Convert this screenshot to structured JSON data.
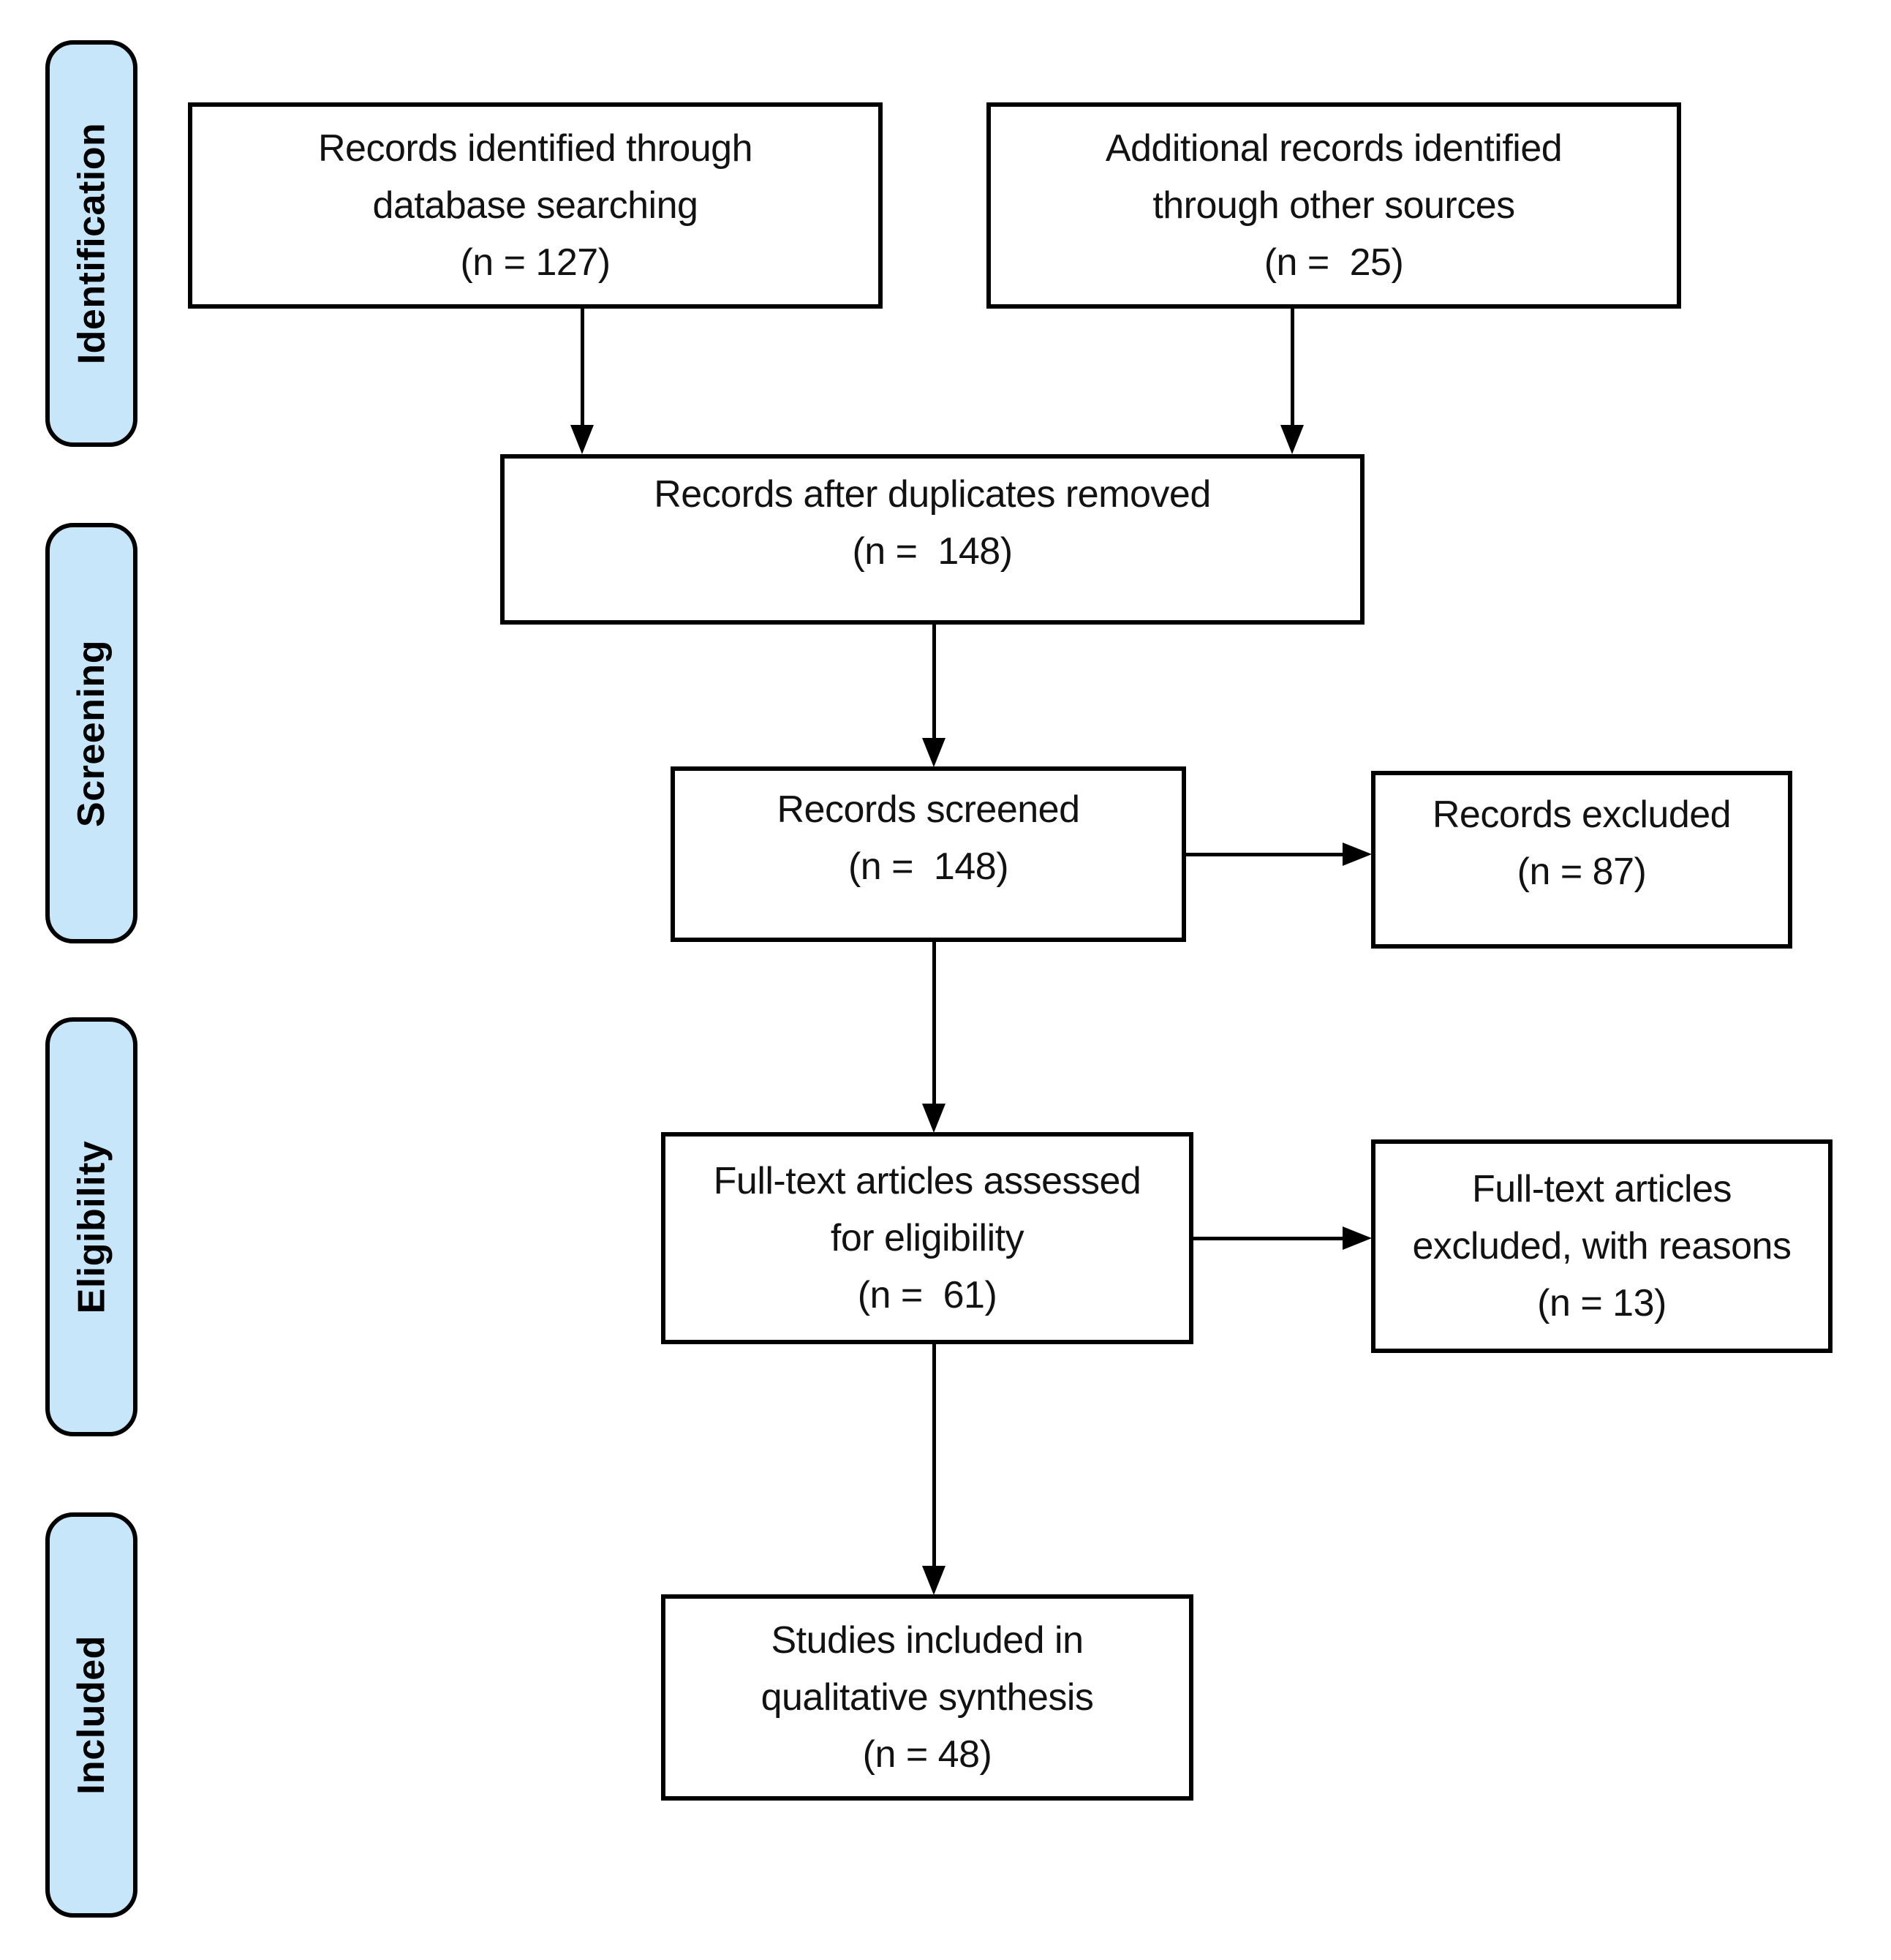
{
  "colors": {
    "stage_fill": "#C7E6FA",
    "border": "#000000",
    "box_fill": "#FFFFFF",
    "text": "#121212"
  },
  "sidebar": {
    "stages": [
      {
        "label": "Identification"
      },
      {
        "label": "Screening"
      },
      {
        "label": "Eligibility"
      },
      {
        "label": "Included"
      }
    ]
  },
  "flow": {
    "records_identified": {
      "n": 127,
      "lines": [
        "Records identified through",
        "database searching",
        "(n = 127)"
      ]
    },
    "additional_records": {
      "n": 25,
      "lines": [
        "Additional records identified",
        "through other sources",
        "(n =  25)"
      ]
    },
    "duplicates_removed": {
      "n": 148,
      "lines": [
        "Records after duplicates removed",
        "(n =  148)"
      ]
    },
    "records_screened": {
      "n": 148,
      "lines": [
        "Records screened",
        "(n =  148)"
      ]
    },
    "records_excluded": {
      "n": 87,
      "lines": [
        "Records excluded",
        "(n = 87)"
      ]
    },
    "fulltext_assessed": {
      "n": 61,
      "lines": [
        "Full-text articles assessed",
        "for eligibility",
        "(n =  61)"
      ]
    },
    "fulltext_excluded": {
      "n": 13,
      "lines": [
        "Full-text articles",
        "excluded, with reasons",
        "(n = 13)"
      ]
    },
    "studies_included": {
      "n": 48,
      "lines": [
        "Studies included in",
        "qualitative synthesis",
        "(n = 48)"
      ]
    }
  },
  "edges": [
    {
      "from": "records_identified",
      "to": "duplicates_removed"
    },
    {
      "from": "additional_records",
      "to": "duplicates_removed"
    },
    {
      "from": "duplicates_removed",
      "to": "records_screened"
    },
    {
      "from": "records_screened",
      "to": "records_excluded"
    },
    {
      "from": "records_screened",
      "to": "fulltext_assessed"
    },
    {
      "from": "fulltext_assessed",
      "to": "fulltext_excluded"
    },
    {
      "from": "fulltext_assessed",
      "to": "studies_included"
    }
  ]
}
